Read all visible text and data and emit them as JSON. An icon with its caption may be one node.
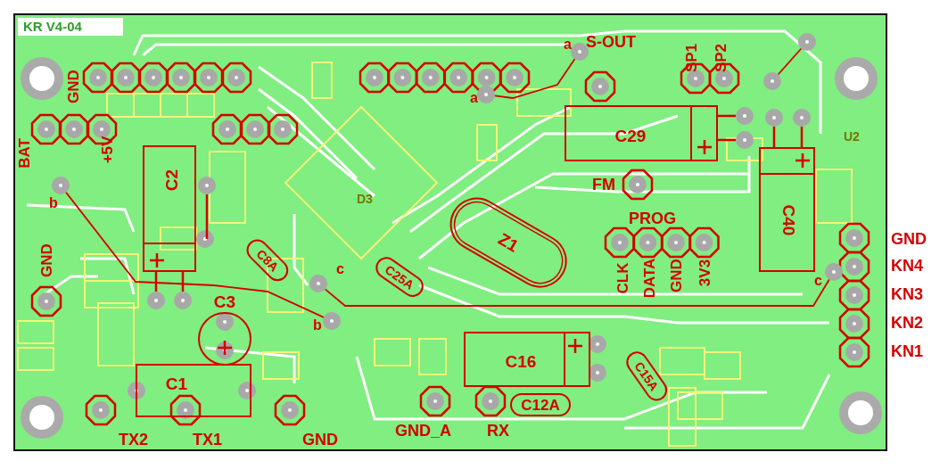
{
  "diagram": {
    "nodes": [
      {
        "text": [
          "C2"
        ]
      },
      {
        "text": [
          "C29"
        ]
      },
      {
        "text": [
          "C40"
        ]
      },
      {
        "text": [
          "Z1"
        ]
      },
      {
        "text": [
          "C16"
        ]
      },
      {
        "text": [
          "C1"
        ]
      },
      {
        "text": [
          "C8A"
        ]
      },
      {
        "text": [
          "C3"
        ]
      },
      {
        "text": [
          "C25A"
        ]
      },
      {
        "text": [
          "C12A"
        ]
      },
      {
        "text": [
          "C15A"
        ]
      },
      {
        "text": [],
        "shape": "circle",
        "beside": [
          "a"
        ]
      },
      {
        "text": [],
        "shape": "circle",
        "beside": [
          "a"
        ]
      },
      {
        "text": [],
        "shape": "circle",
        "beside": [
          "b"
        ]
      },
      {
        "text": [],
        "shape": "circle",
        "beside": [
          "b"
        ]
      },
      {
        "text": [],
        "shape": "circle",
        "beside": [
          "c"
        ]
      },
      {
        "text": [],
        "shape": "circle",
        "beside": [
          "c"
        ]
      },
      {
        "text": [],
        "shape": "circle"
      },
      {
        "text": [],
        "shape": "circle"
      }
    ],
    "edges": [
      {
        "from": 11,
        "to": 12,
        "arrow": "none"
      },
      {
        "from": 13,
        "to": 14,
        "arrow": "none"
      },
      {
        "from": 15,
        "to": 16,
        "arrow": "none"
      },
      {
        "from": 17,
        "to": 18,
        "arrow": "none"
      }
    ],
    "labels": [
      "KR V4-04",
      "S-OUT",
      "SP1",
      "SP2",
      "GND",
      "BAT",
      "+5V",
      "D3",
      "U2",
      "FM",
      "PROG",
      "CLK",
      "DATA",
      "GND",
      "3V3",
      "GND",
      "KN4",
      "KN3",
      "KN2",
      "KN1",
      "GND",
      "TX2",
      "TX1",
      "GND",
      "GND_A",
      "RX"
    ]
  }
}
